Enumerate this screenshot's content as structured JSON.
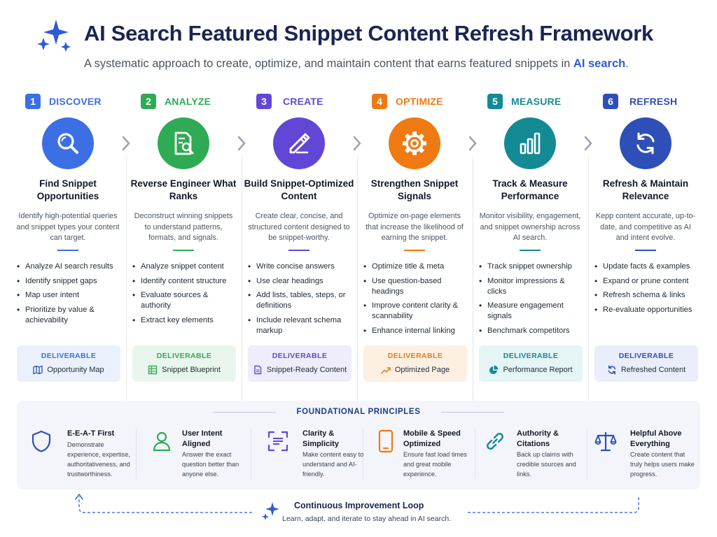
{
  "header": {
    "title": "AI Search Featured Snippet Content Refresh Framework",
    "subtitle_prefix": "A systematic approach to create, optimize, and maintain content that earns featured snippets in ",
    "subtitle_highlight": "AI search",
    "subtitle_suffix": "."
  },
  "colors": {
    "discover": "#3b6fe3",
    "analyze": "#2faa55",
    "create": "#6247d6",
    "optimize": "#f07a12",
    "measure": "#148a94",
    "refresh": "#2e4fb8"
  },
  "steps": [
    {
      "number": "1",
      "name": "DISCOVER",
      "icon": "magnifier-icon",
      "heading": "Find Snippet Opportunities",
      "description": "Identify high-potential queries and snippet types your content can target.",
      "bullets": [
        "Analyze AI search results",
        "Identify snippet gaps",
        "Map user intent",
        "Prioritize by value & achievability"
      ],
      "deliverable_label": "DELIVERABLE",
      "deliverable": "Opportunity Map",
      "deliverable_icon": "map-icon"
    },
    {
      "number": "2",
      "name": "ANALYZE",
      "icon": "document-search-icon",
      "heading": "Reverse Engineer What Ranks",
      "description": "Deconstruct winning snippets to understand patterns, formats, and signals.",
      "bullets": [
        "Analyze snippet content",
        "Identify content structure",
        "Evaluate sources & authority",
        "Extract key elements"
      ],
      "deliverable_label": "DELIVERABLE",
      "deliverable": "Snippet Blueprint",
      "deliverable_icon": "table-icon"
    },
    {
      "number": "3",
      "name": "CREATE",
      "icon": "pencil-icon",
      "heading": "Build Snippet-Optimized Content",
      "description": "Create clear, concise, and structured content designed to be snippet-worthy.",
      "bullets": [
        "Write concise answers",
        "Use clear headings",
        "Add lists, tables, steps, or definitions",
        "Include relevant schema markup"
      ],
      "deliverable_label": "DELIVERABLE",
      "deliverable": "Snippet-Ready Content",
      "deliverable_icon": "document-icon"
    },
    {
      "number": "4",
      "name": "OPTIMIZE",
      "icon": "gear-icon",
      "heading": "Strengthen Snippet Signals",
      "description": "Optimize on-page elements that increase the likelihood of earning the snippet.",
      "bullets": [
        "Optimize title & meta",
        "Use question-based headings",
        "Improve content clarity & scannability",
        "Enhance internal linking"
      ],
      "deliverable_label": "DELIVERABLE",
      "deliverable": "Optimized Page",
      "deliverable_icon": "trend-up-icon"
    },
    {
      "number": "5",
      "name": "MEASURE",
      "icon": "bar-chart-icon",
      "heading": "Track & Measure Performance",
      "description": "Monitor visibility, engagement, and snippet ownership across AI search.",
      "bullets": [
        "Track snippet ownership",
        "Monitor impressions & clicks",
        "Measure engagement signals",
        "Benchmark competitors"
      ],
      "deliverable_label": "DELIVERABLE",
      "deliverable": "Performance Report",
      "deliverable_icon": "pie-chart-icon"
    },
    {
      "number": "6",
      "name": "REFRESH",
      "icon": "refresh-icon",
      "heading": "Refresh & Maintain Relevance",
      "description": "Kepp content accurate, up-to-date, and competitive as AI and intent evolve.",
      "bullets": [
        "Update facts & examples",
        "Expand or prune content",
        "Refresh schema & links",
        "Re-evaluate opportunities"
      ],
      "deliverable_label": "DELIVERABLE",
      "deliverable": "Refreshed Content",
      "deliverable_icon": "refresh-icon"
    }
  ],
  "foundation": {
    "title": "FOUNDATIONAL PRINCIPLES",
    "principles": [
      {
        "title": "E-E-A-T First",
        "description": "Demonstrate experience, expertise, authoritativeness, and trustworthiness.",
        "icon": "shield-icon"
      },
      {
        "title": "User Intent Aligned",
        "description": "Answer the exact question better than anyone else.",
        "icon": "user-icon"
      },
      {
        "title": "Clarity & Simplicity",
        "description": "Make content easy to understand and AI-friendly.",
        "icon": "scan-icon"
      },
      {
        "title": "Mobile & Speed Optimized",
        "description": "Ensure fast load times and great mobile experience.",
        "icon": "smartphone-icon"
      },
      {
        "title": "Authority & Citations",
        "description": "Back up claims with credible sources and links.",
        "icon": "link-icon"
      },
      {
        "title": "Helpful Above Everything",
        "description": "Create content that truly helps users make progress.",
        "icon": "scale-icon"
      }
    ]
  },
  "loop": {
    "title": "Continuous Improvement Loop",
    "subtitle": "Learn, adapt, and iterate to stay ahead in AI search."
  }
}
